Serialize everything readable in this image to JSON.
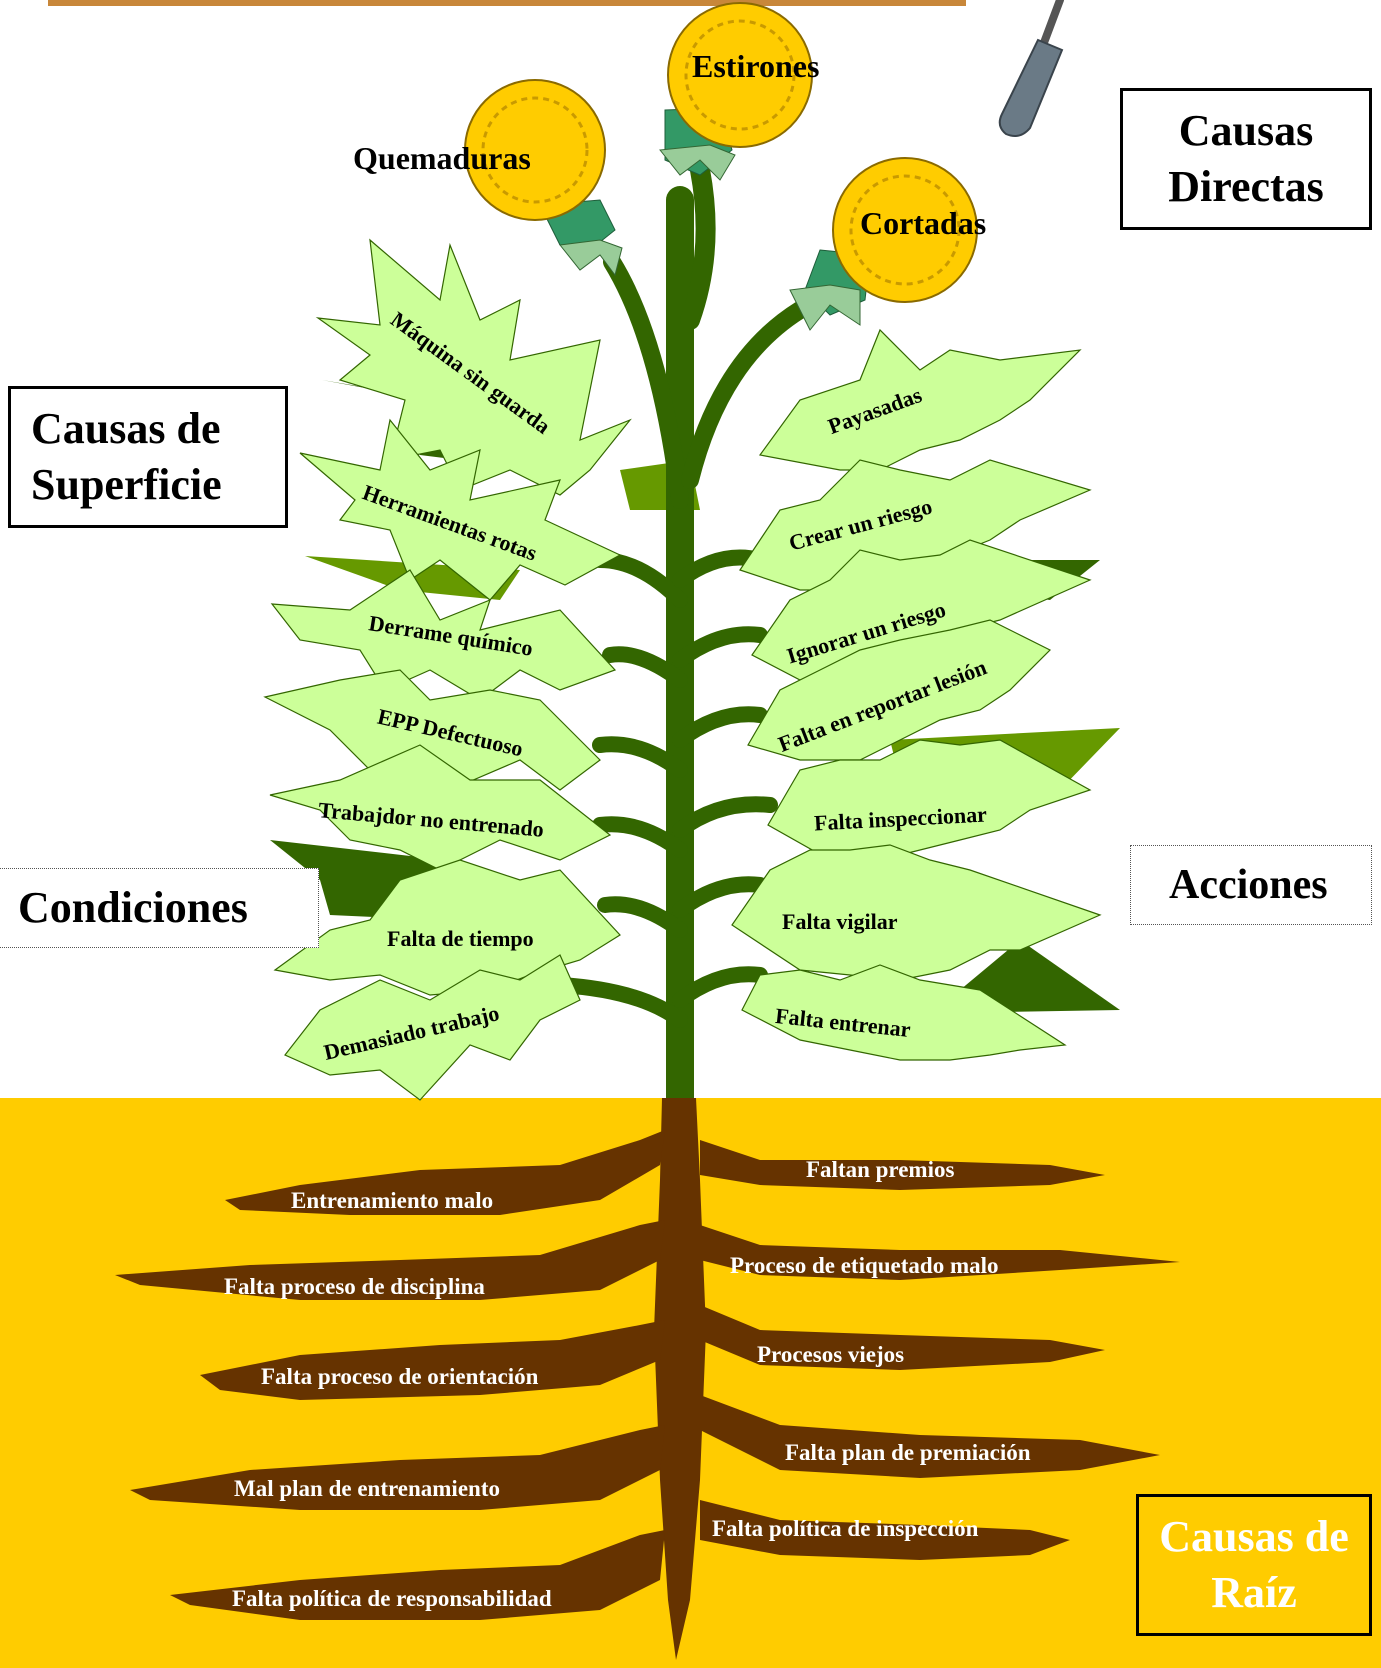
{
  "flowers": {
    "f1": "Quemaduras",
    "f2": "Estirones",
    "f3": "Cortadas"
  },
  "boxes": {
    "direct": "Causas Directas",
    "surface": "Causas de Superficie",
    "conditions": "Condiciones",
    "actions": "Acciones",
    "root": "Causas de Raíz"
  },
  "leaves_left": [
    "Máquina sin guarda",
    "Herramientas rotas",
    "Derrame químico",
    "EPP Defectuoso",
    "Trabajdor no entrenado",
    "Falta de tiempo",
    "Demasiado trabajo"
  ],
  "leaves_right": [
    "Payasadas",
    "Crear un riesgo",
    "Ignorar un riesgo",
    "Falta en reportar lesión",
    "Falta inspeccionar",
    "Falta vigilar",
    "Falta entrenar"
  ],
  "roots_left": [
    "Entrenamiento malo",
    "Falta proceso de disciplina",
    "Falta proceso de orientación",
    "Mal plan de entrenamiento",
    "Falta política de responsabilidad"
  ],
  "roots_right": [
    "Faltan premios",
    "Proceso de etiquetado malo",
    "Procesos viejos",
    "Falta plan de premiación",
    "Falta política de inspección"
  ],
  "colors": {
    "soil": "#FFCC00",
    "stem": "#336600",
    "leaf": "#CCFF99",
    "dark_leaf": "#336600",
    "mid_leaf": "#669900",
    "root": "#663300",
    "flower": "#FFCC00"
  }
}
